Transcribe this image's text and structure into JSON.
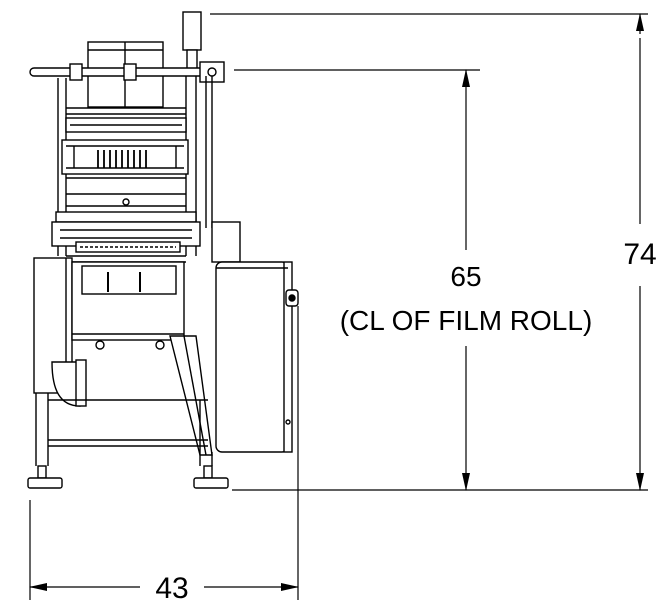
{
  "dimensions": {
    "overall_height": {
      "value": "74"
    },
    "film_roll_height": {
      "value": "65",
      "note": "(CL OF FILM ROLL)"
    },
    "width": {
      "value": "43"
    }
  },
  "colors": {
    "line": "#000000",
    "background": "#ffffff"
  }
}
